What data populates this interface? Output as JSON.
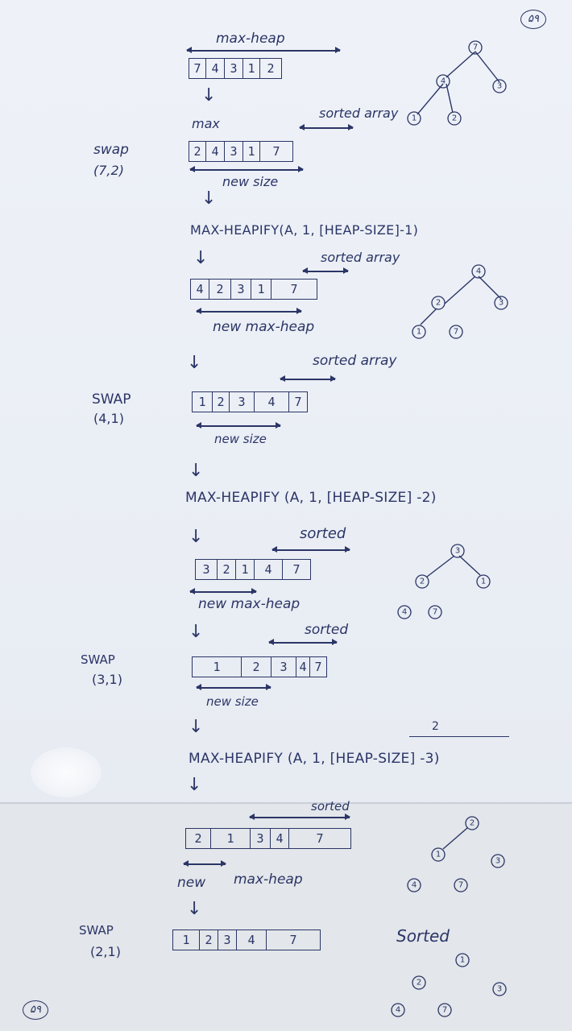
{
  "page_numbers": {
    "top": "۵۹",
    "bottom": "۵۹"
  },
  "step1": {
    "label": "max-heap",
    "cells": [
      "7",
      "4",
      "3",
      "1",
      "2"
    ],
    "max": "max",
    "sorted_label": "sorted array",
    "swap": "swap",
    "swap_pair": "(7,2)",
    "cells_after": [
      "2",
      "4",
      "3",
      "1",
      "7"
    ],
    "new_size": "new size",
    "tree": [
      "7",
      "4",
      "3",
      "1",
      "2"
    ]
  },
  "step2": {
    "call": "MAX-HEAPIFY(A, 1, [HEAP-SIZE]-1)",
    "sorted_label": "sorted array",
    "cells": [
      "4",
      "2",
      "3",
      "1",
      "7"
    ],
    "new_heap": "new max-heap",
    "tree": [
      "4",
      "2",
      "3",
      "1",
      "7"
    ]
  },
  "step3": {
    "sorted_label": "sorted array",
    "swap": "SWAP",
    "swap_pair": "(4,1)",
    "cells": [
      "1",
      "2",
      "3",
      "4",
      "7"
    ],
    "new_size": "new size"
  },
  "step4": {
    "call": "MAX-HEAPIFY (A, 1, [HEAP-SIZE] -2)",
    "sorted_label": "sorted",
    "cells": [
      "3",
      "2",
      "1",
      "4",
      "7"
    ],
    "new_heap": "new max-heap",
    "tree": [
      "3",
      "2",
      "1",
      "4",
      "7"
    ]
  },
  "step5": {
    "sorted_label": "sorted",
    "swap": "SWAP",
    "swap_pair": "(3,1)",
    "cells": [
      "1",
      "2",
      "3",
      "4",
      "7"
    ],
    "new_size": "new size"
  },
  "step6": {
    "annotation": "2",
    "call": "MAX-HEAPIFY (A, 1, [HEAP-SIZE] -3)",
    "sorted_label": "sorted",
    "cells": [
      "2",
      "1",
      "3",
      "4",
      "7"
    ],
    "new": "new",
    "max_heap": "max-heap",
    "tree": [
      "2",
      "1",
      "3",
      "4",
      "7"
    ]
  },
  "step7": {
    "swap": "SWAP",
    "swap_pair": "(2,1)",
    "cells": [
      "1",
      "2",
      "3",
      "4",
      "7"
    ],
    "sorted_label": "Sorted",
    "tree": [
      "1",
      "2",
      "3",
      "4",
      "7"
    ]
  }
}
